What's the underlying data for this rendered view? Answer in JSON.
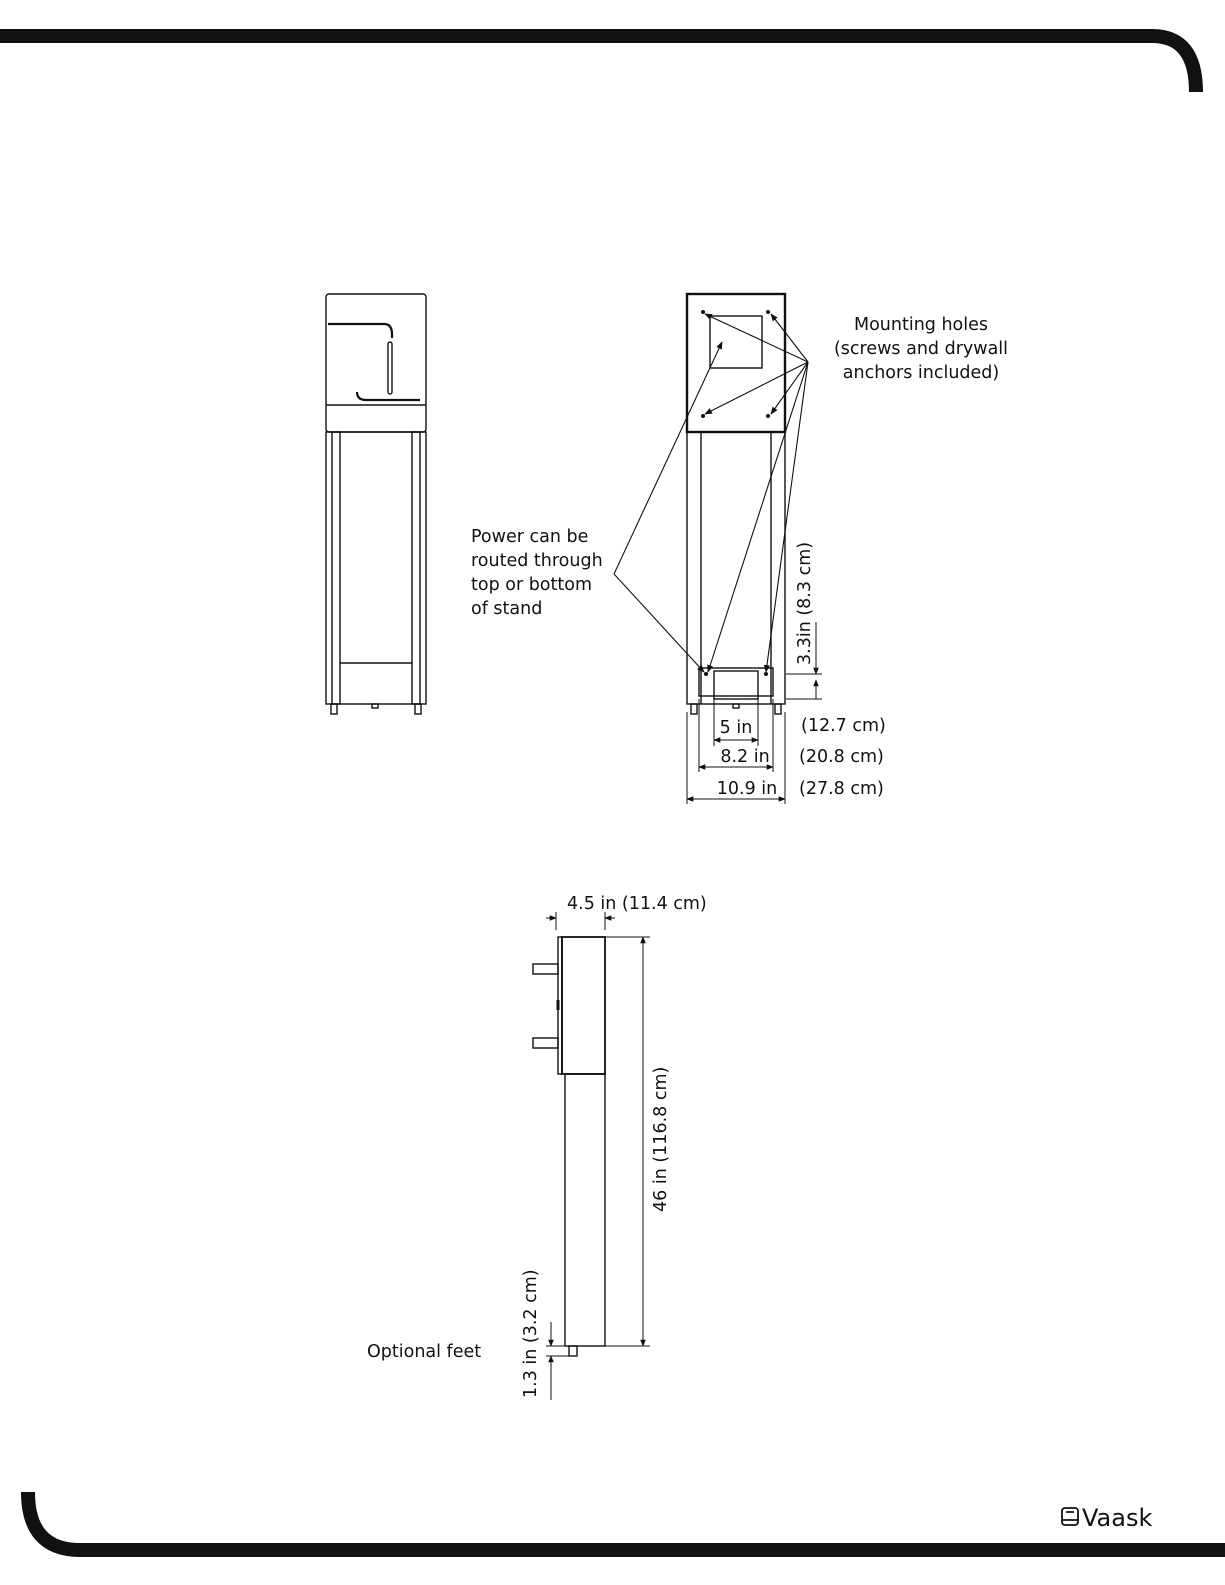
{
  "diagram": {
    "callouts": {
      "mounting_holes": [
        "Mounting holes",
        "(screws and drywall",
        "anchors included)"
      ],
      "power_routing": [
        "Power can be",
        "routed through",
        "top or bottom",
        "of stand"
      ],
      "optional_feet": "Optional feet"
    },
    "dimensions": {
      "hole_offset": "3.3in (8.3 cm)",
      "width_5_in": "5 in",
      "width_5_cm": "(12.7 cm)",
      "width_82_in": "8.2 in",
      "width_82_cm": "(20.8 cm)",
      "width_109_in": "10.9 in",
      "width_109_cm": "(27.8 cm)",
      "depth": "4.5 in (11.4 cm)",
      "height": "46 in (116.8 cm)",
      "feet_height": "1.3 in (3.2 cm)"
    }
  },
  "brand": {
    "name": "Vaask",
    "icon": "vaask-logo-icon"
  },
  "colors": {
    "line": "#111111",
    "background": "#ffffff"
  }
}
